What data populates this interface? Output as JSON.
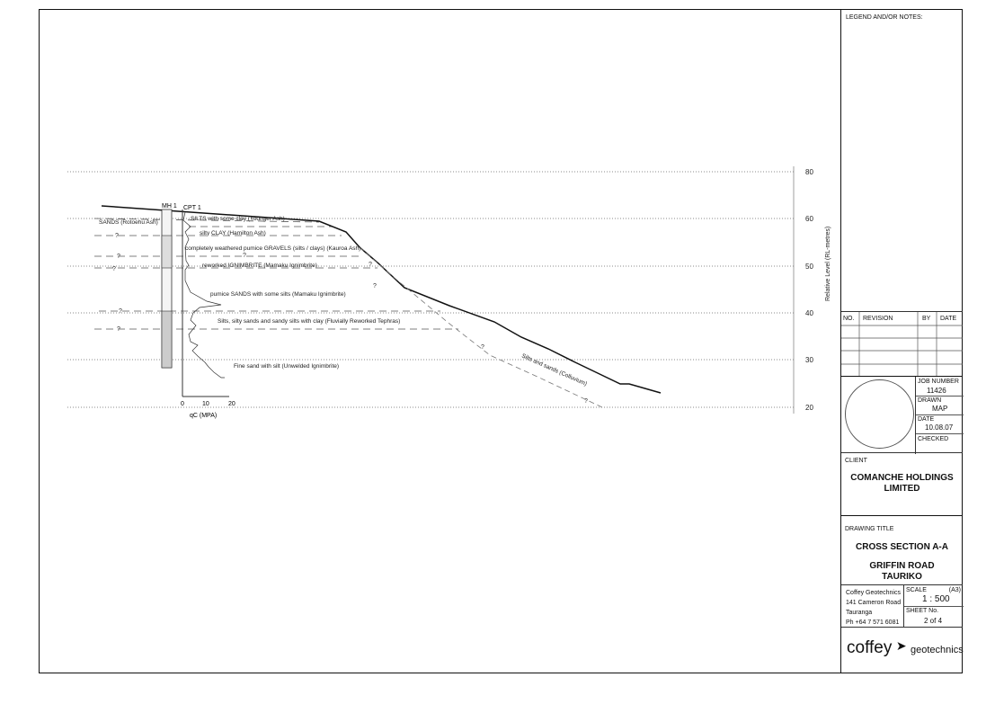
{
  "section": {
    "y_axis_label": "Relative Level (RL-metres)",
    "y_ticks": [
      "80",
      "60",
      "50",
      "40",
      "30",
      "20"
    ],
    "boreholes": {
      "mh": "MH 1",
      "cpt": "CPT 1"
    },
    "cpt_axis": {
      "ticks": [
        "0",
        "10",
        "20"
      ],
      "label": "qC (MPA)"
    },
    "unknown_mark": "?",
    "layers": [
      "SILTS with some clay (Younger Ash)",
      "SANDS (Rotoehu Ash)",
      "silty CLAY (Hamilton Ash)",
      "completely weathered pumice GRAVELS (silts / clays) (Kauroa Ash)",
      "reworked IGNIMBRITE (Mamaku Ignimbrite)",
      "pumice SANDS with some silts (Mamaku Ignimbrite)",
      "Silts, silty sands and sandy silts with clay (Fluvially Reworked Tephras)",
      "Fine sand with silt (Unwelded Ignimbrite)",
      "Silts and sands (Colluvium)"
    ]
  },
  "title_block": {
    "legend": "LEGEND AND/OR NOTES:",
    "rev_headers": [
      "NO.",
      "REVISION",
      "BY",
      "DATE"
    ],
    "job_number_label": "JOB NUMBER",
    "job_number": "11426",
    "drawn_label": "DRAWN",
    "drawn": "MAP",
    "date_label": "DATE",
    "date": "10.08.07",
    "checked_label": "CHECKED",
    "client_label": "CLIENT",
    "client": "COMANCHE HOLDINGS LIMITED",
    "drawing_title_label": "DRAWING TITLE",
    "title1": "CROSS SECTION A-A",
    "title2": "GRIFFIN ROAD TAURIKO",
    "address": [
      "Coffey Geotechnics",
      "141 Cameron Road",
      "Tauranga",
      "Ph +64 7 571 6081"
    ],
    "scale_label": "SCALE",
    "paper": "(A3)",
    "scale": "1 : 500",
    "sheet_label": "SHEET No.",
    "sheet": "2 of 4",
    "logo_word1": "coffey",
    "logo_word2": "geotechnics"
  }
}
